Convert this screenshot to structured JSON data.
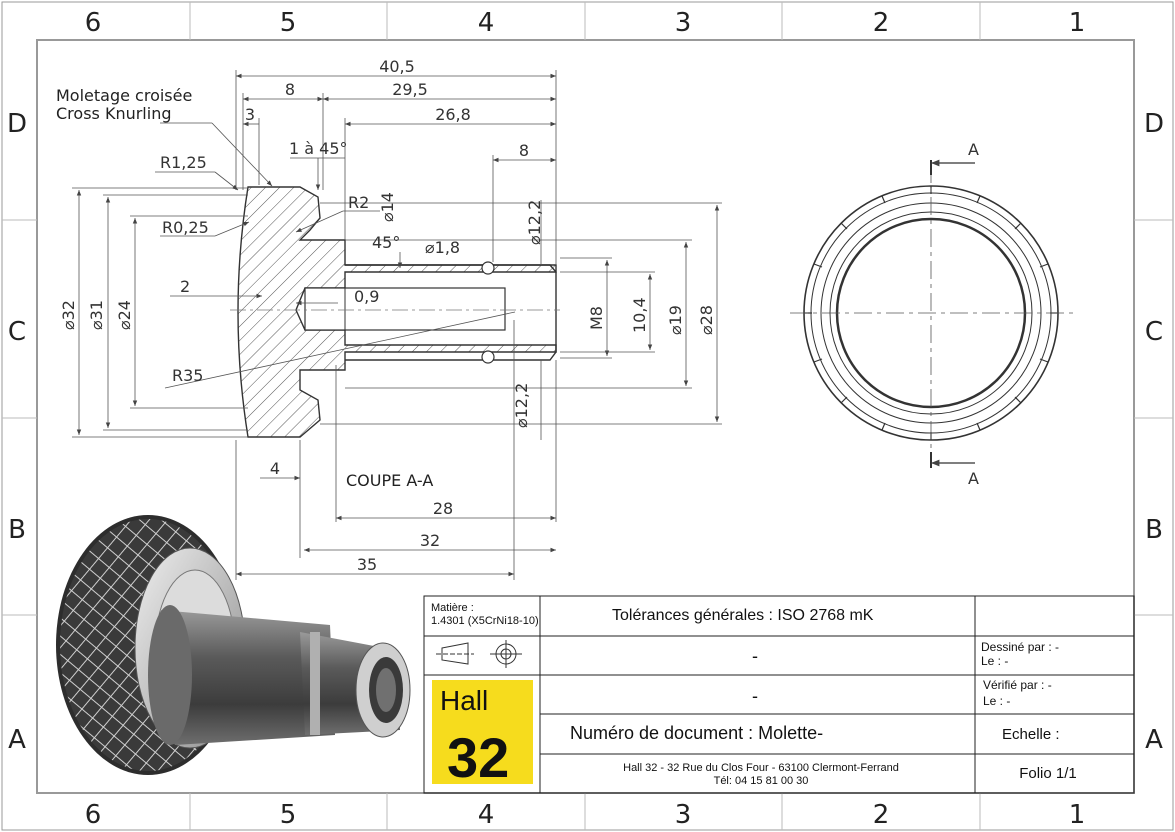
{
  "zones": {
    "columns": [
      "6",
      "5",
      "4",
      "3",
      "2",
      "1"
    ],
    "rows": [
      "D",
      "C",
      "B",
      "A"
    ]
  },
  "section_view": {
    "note_fr": "Moletage croisée",
    "note_en": "Cross Knurling",
    "caption": "COUPE A-A",
    "dims": {
      "overall_length": "40,5",
      "len_8": "8",
      "len_29_5": "29,5",
      "len_3": "3",
      "len_26_8": "26,8",
      "chamfer": "1 à 45°",
      "thread_len_8": "8",
      "r1_25": "R1,25",
      "r0_25": "R0,25",
      "r2": "R2",
      "d14": "⌀14",
      "d12_2_top": "⌀12,2",
      "angle45": "45°",
      "d1_8": "⌀1,8",
      "d32": "⌀32",
      "d31": "⌀31",
      "d24": "⌀24",
      "depth2": "2",
      "depth0_9": "0,9",
      "m8": "M8",
      "d10_4": "10,4",
      "d19": "⌀19",
      "d28": "⌀28",
      "r35": "R35",
      "d12_2_bot": "⌀12,2",
      "len_4": "4",
      "len_28": "28",
      "len_32": "32",
      "len_35": "35"
    }
  },
  "front_view": {
    "cut_label_top": "A",
    "cut_label_bottom": "A"
  },
  "title_block": {
    "material_label": "Matière :",
    "material_value": "1.4301 (X5CrNi18-10)",
    "tolerances": "Tolérances générales : ISO 2768 mK",
    "row2_value": "-",
    "drawn_by": "Dessiné par : -",
    "drawn_on": "Le : -",
    "row3_value": "-",
    "checked_by": "Vérifié par : -",
    "checked_on": "Le : -",
    "logo_top": "Hall",
    "logo_num": "32",
    "doc_number": "Numéro de document : Molette-",
    "scale": "Echelle  :",
    "address": "Hall 32 - 32 Rue du Clos Four - 63100 Clermont-Ferrand",
    "phone": "Tél: 04 15 81 00 30",
    "folio": "Folio 1/1"
  },
  "colors": {
    "logo_yellow": "#f6dc1d",
    "line": "#444444",
    "hatch": "#555555"
  }
}
